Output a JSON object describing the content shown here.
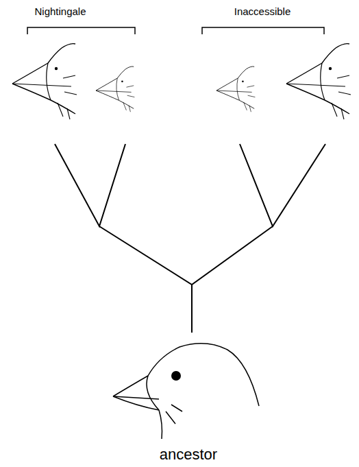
{
  "diagram": {
    "labels": [
      "Nightingale",
      "Inaccessible",
      "ancestor"
    ]
  }
}
